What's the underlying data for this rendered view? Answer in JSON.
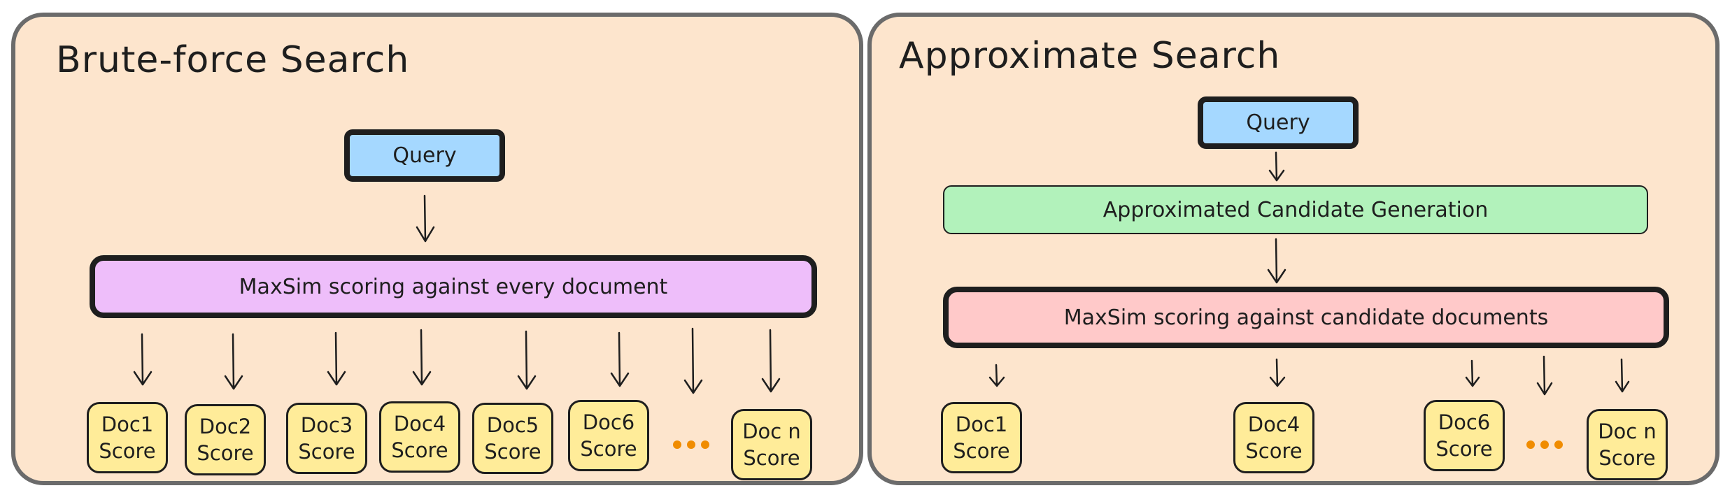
{
  "brute_force": {
    "title": "Brute-force Search",
    "query": "Query",
    "scoring": "MaxSim scoring against every document",
    "docs": [
      {
        "name": "Doc1",
        "score": "Score"
      },
      {
        "name": "Doc2",
        "score": "Score"
      },
      {
        "name": "Doc3",
        "score": "Score"
      },
      {
        "name": "Doc4",
        "score": "Score"
      },
      {
        "name": "Doc5",
        "score": "Score"
      },
      {
        "name": "Doc6",
        "score": "Score"
      },
      {
        "name": "Doc n",
        "score": "Score"
      }
    ]
  },
  "approximate": {
    "title": "Approximate Search",
    "query": "Query",
    "candidate_generation": "Approximated Candidate Generation",
    "scoring": "MaxSim scoring against candidate documents",
    "docs": [
      {
        "name": "Doc1",
        "score": "Score"
      },
      {
        "name": "Doc4",
        "score": "Score"
      },
      {
        "name": "Doc6",
        "score": "Score"
      },
      {
        "name": "Doc n",
        "score": "Score"
      }
    ]
  },
  "colors": {
    "panel_bg": "#fde5cd",
    "query": "#a5d8ff",
    "scoring_every": "#eebefa",
    "candidate_generation": "#b2f2bb",
    "scoring_candidates": "#ffc9c9",
    "doc": "#ffec99",
    "ellipsis": "#f08c00"
  }
}
